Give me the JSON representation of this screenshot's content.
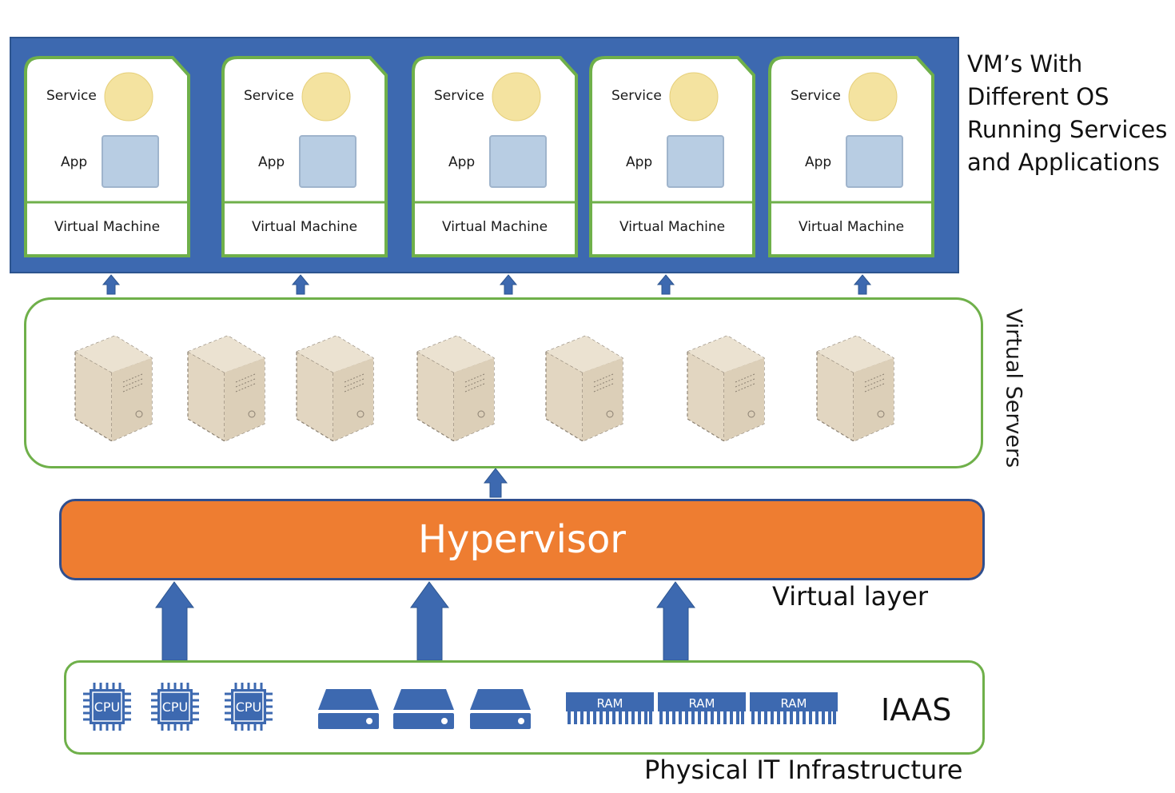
{
  "vm_layer": {
    "caption": [
      "VM’s With",
      "Different OS",
      "Running Services",
      "and Applications"
    ],
    "vms": [
      {
        "service_label": "Service",
        "app_label": "App",
        "machine_label": "Virtual Machine"
      },
      {
        "service_label": "Service",
        "app_label": "App",
        "machine_label": "Virtual Machine"
      },
      {
        "service_label": "Service",
        "app_label": "App",
        "machine_label": "Virtual Machine"
      },
      {
        "service_label": "Service",
        "app_label": "App",
        "machine_label": "Virtual Machine"
      },
      {
        "service_label": "Service",
        "app_label": "App",
        "machine_label": "Virtual Machine"
      }
    ]
  },
  "virtual_servers": {
    "label": "Virtual Servers",
    "server_count": 7
  },
  "hypervisor": {
    "label": "Hypervisor"
  },
  "virtual_layer": {
    "label": "Virtual layer"
  },
  "infrastructure": {
    "tag": "IAAS",
    "caption": "Physical IT Infrastructure",
    "cpu_labels": [
      "CPU",
      "CPU",
      "CPU"
    ],
    "disk_count": 3,
    "ram_labels": [
      "RAM",
      "RAM",
      "RAM"
    ]
  },
  "colors": {
    "vm_container_blue": "#3d69b0",
    "card_border_green": "#6fb04a",
    "hypervisor_orange": "#ee7d31",
    "arrow_blue": "#3d69b0",
    "server_beige": "#e2d6c1",
    "service_circle": "#f4e3a0",
    "app_square": "#b8cde3"
  }
}
